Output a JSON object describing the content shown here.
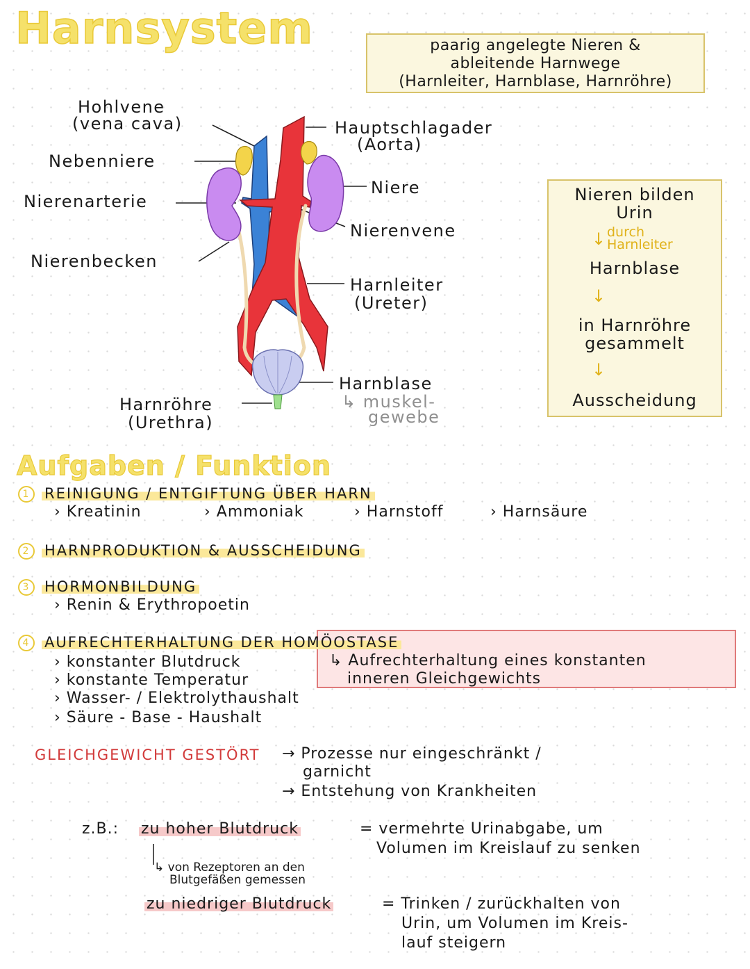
{
  "title": "Harnsystem",
  "intro": {
    "line1": "paarig angelegte Nieren &",
    "line2": "ableitende Harnwege",
    "line3": "(Harnleiter, Harnblase, Harnröhre)"
  },
  "diagram_labels": {
    "hohlvene": "Hohlvene",
    "hohlvene_latin": "(vena cava)",
    "nebenniere": "Nebenniere",
    "nierenarterie": "Nierenarterie",
    "nierenbecken": "Nierenbecken",
    "hauptschlagader": "Hauptschlagader",
    "aorta": "(Aorta)",
    "niere": "Niere",
    "nierenvene": "Nierenvene",
    "harnleiter": "Harnleiter",
    "ureter": "(Ureter)",
    "harnblase": "Harnblase",
    "muskel_a": "↳ muskel-",
    "muskel_b": "gewebe",
    "harnroehre": "Harnröhre",
    "urethra": "(Urethra)"
  },
  "flow": {
    "step1a": "Nieren bilden",
    "step1b": "Urin",
    "via_a": "durch",
    "via_b": "Harnleiter",
    "step2": "Harnblase",
    "step3a": "in Harnröhre",
    "step3b": "gesammelt",
    "step4": "Ausscheidung",
    "arrow": "↓"
  },
  "section_title": "Aufgaben / Funktion",
  "tasks": {
    "t1": {
      "num": "1",
      "title": "REINIGUNG / ENTGIFTUNG ÜBER HARN",
      "items": [
        "› Kreatinin",
        "› Ammoniak",
        "› Harnstoff",
        "› Harnsäure"
      ]
    },
    "t2": {
      "num": "2",
      "title": "HARNPRODUKTION & AUSSCHEIDUNG"
    },
    "t3": {
      "num": "3",
      "title": "HORMONBILDUNG",
      "item": "› Renin & Erythropoetin"
    },
    "t4": {
      "num": "4",
      "title": "AUFRECHTERHALTUNG DER HOMÖOSTASE",
      "items": [
        "› konstanter Blutdruck",
        "› konstante Temperatur",
        "› Wasser- / Elektrolythaushalt",
        "› Säure - Base - Haushalt"
      ],
      "note_a": "↳ Aufrechterhaltung eines konstanten",
      "note_b": "inneren Gleichgewichts"
    }
  },
  "disturbed": {
    "label": "GLEICHGEWICHT GESTÖRT",
    "line1": "→ Prozesse nur eingeschränkt /",
    "line2": "garnicht",
    "line3": "→ Entstehung von Krankheiten"
  },
  "examples": {
    "zb": "z.B.:",
    "high": "zu hoher Blutdruck",
    "high_eq1": "= vermehrte Urinabgabe, um",
    "high_eq2": "Volumen im Kreislauf zu senken",
    "sensor1": "↳ von Rezeptoren an den",
    "sensor2": "Blutgefäßen gemessen",
    "low": "zu niedriger Blutdruck",
    "low_eq1": "= Trinken / zurückhalten von",
    "low_eq2": "Urin, um Volumen im Kreis-",
    "low_eq3": "lauf steigern"
  },
  "colors": {
    "kidney": "#c98bf0",
    "artery": "#e8343a",
    "vein": "#3b82d6",
    "adrenal": "#f3d44a",
    "bladder": "#c9cdf0",
    "ureter": "#efd9b0",
    "urethra": "#9fe08f"
  }
}
